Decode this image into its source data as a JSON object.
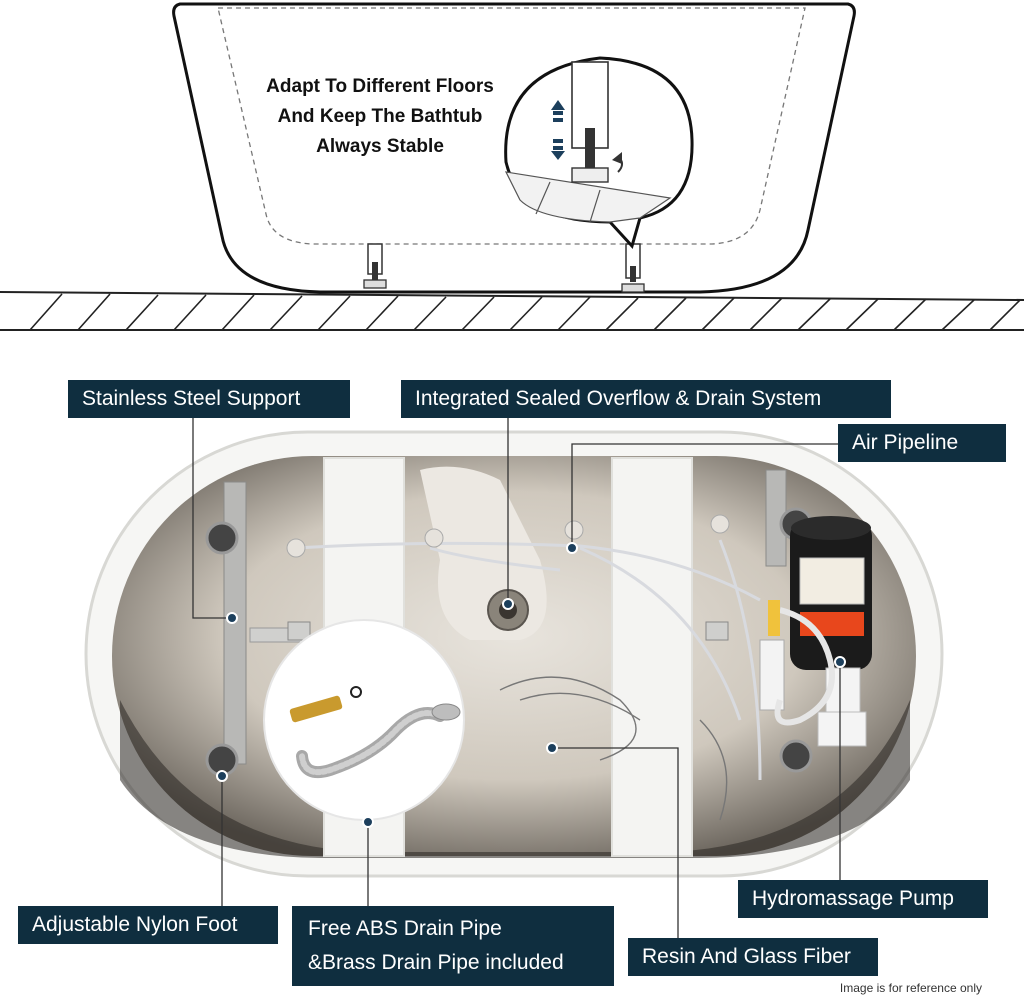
{
  "headline": {
    "lines": [
      "Adapt To Different Floors",
      "And Keep The Bathtub",
      "Always Stable"
    ]
  },
  "labels": {
    "stainless_steel_support": "Stainless Steel Support",
    "overflow_drain": "Integrated Sealed Overflow & Drain System",
    "air_pipeline": "Air Pipeline",
    "nylon_foot": "Adjustable Nylon Foot",
    "drain_pipe": [
      "Free ABS Drain Pipe",
      "&Brass Drain Pipe included"
    ],
    "hydromassage_pump": "Hydromassage Pump",
    "resin_glass_fiber": "Resin And Glass Fiber"
  },
  "footnote": "Image is for reference only",
  "colors": {
    "label_bg": "#0f2e3f",
    "label_text": "#ffffff",
    "marker": "#1c3f5c",
    "pump_orange": "#e8471c",
    "brass": "#c99a2e"
  }
}
